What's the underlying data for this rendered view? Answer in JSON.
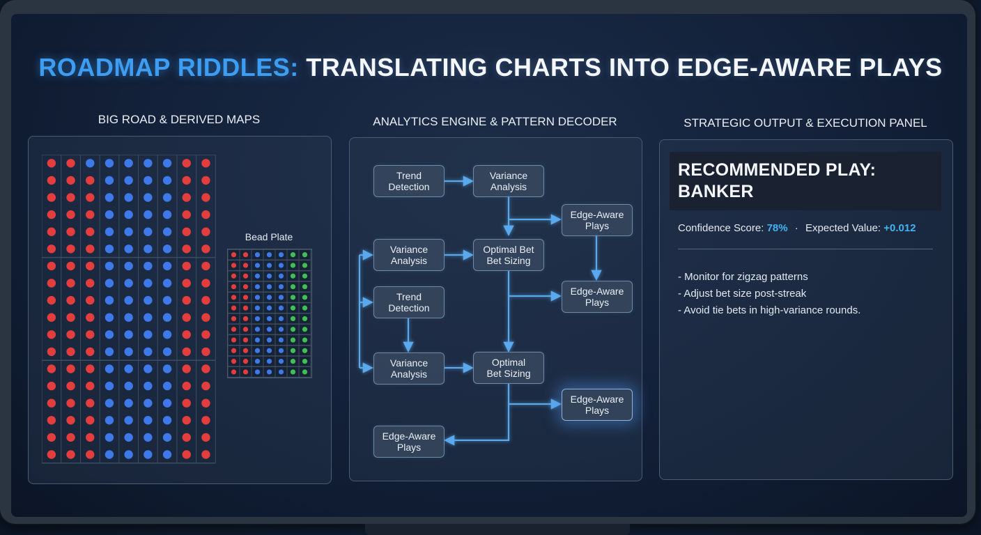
{
  "title": {
    "accent": "ROADMAP RIDDLES:",
    "rest": "TRANSLATING CHARTS INTO EDGE-AWARE PLAYS"
  },
  "sections": {
    "big_road_heading": "BIG ROAD & DERIVED MAPS",
    "analytics_heading": "ANALYTICS ENGINE & PATTERN DECODER",
    "strategy_heading": "STRATEGIC OUTPUT & EXECUTION PANEL"
  },
  "bead_plate": {
    "label": "Bead Plate"
  },
  "colors": {
    "banker": "#e43d3d",
    "player": "#3d79e8",
    "tie": "#3fbf55",
    "accent": "#3d9df2",
    "connector": "#5aa9ec"
  },
  "big_road_grid": {
    "columns": [
      "RRRRRRRRRRRRRRRRRR",
      "RRRRRRRRRRRRRRRRRR",
      "BRRRRRRRRRRRRRRRRR",
      "BBBBBBBBBBBBBBBBBB",
      "BBBBBBBBBBBBBBBBBB",
      "BBBBBBBBBBBBBBBBBB",
      "BBBBBBBBBBBBBBBBBB",
      "RRRRRRRRRRRRRRRRRR",
      "RRRRRRRRRRRRRRRRRR"
    ]
  },
  "bead_plate_grid": {
    "columns": [
      "RRRRRRRRRRRR",
      "RRRRRRRRRRRR",
      "BBBBBBBBBBBB",
      "BBBBBBBBBBBB",
      "BBBBBBBBBBBB",
      "GGGGGGGGGGGG",
      "GGGGGGGGGGGG"
    ]
  },
  "flow": {
    "nodes": [
      {
        "id": "n1",
        "label": "Trend\nDetection"
      },
      {
        "id": "n2",
        "label": "Variance\nAnalysis"
      },
      {
        "id": "n3",
        "label": "Edge-Aware\nPlays"
      },
      {
        "id": "n4",
        "label": "Variance\nAnalysis"
      },
      {
        "id": "n5",
        "label": "Optimal Bet\nBet Sizing"
      },
      {
        "id": "n6",
        "label": "Edge-Aware\nPlays"
      },
      {
        "id": "n7",
        "label": "Trend\nDetection"
      },
      {
        "id": "n8",
        "label": "Variance\nAnalysis"
      },
      {
        "id": "n9",
        "label": "Optimal\nBet Sizing"
      },
      {
        "id": "n10",
        "label": "Edge-Aware\nPlays"
      },
      {
        "id": "n11",
        "label": "Edge-Aware\nPlays"
      }
    ]
  },
  "strategy": {
    "recommended_play": "RECOMMENDED PLAY:\nBANKER",
    "confidence_label": "Confidence Score:",
    "confidence_value": "78%",
    "separator": "·",
    "ev_label": "Expected Value:",
    "ev_value": "+0.012",
    "tips": [
      "- Monitor for zigzag patterns",
      "- Adjust bet size post-streak",
      "- Avoid tie bets in high-variance rounds."
    ]
  }
}
